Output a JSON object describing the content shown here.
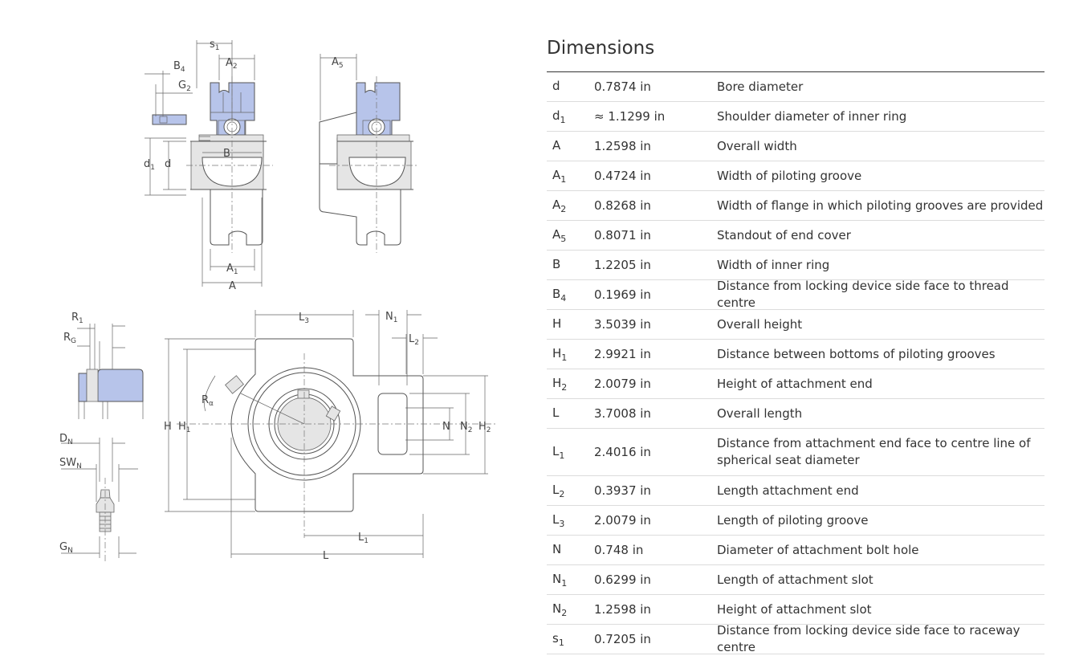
{
  "dimensions": {
    "title": "Dimensions",
    "rows": [
      {
        "sym": "d",
        "sub": "",
        "value": "0.7874 in",
        "desc": "Bore diameter"
      },
      {
        "sym": "d",
        "sub": "1",
        "value": "≈ 1.1299 in",
        "desc": "Shoulder diameter of inner ring"
      },
      {
        "sym": "A",
        "sub": "",
        "value": "1.2598 in",
        "desc": "Overall width"
      },
      {
        "sym": "A",
        "sub": "1",
        "value": "0.4724 in",
        "desc": "Width of piloting groove"
      },
      {
        "sym": "A",
        "sub": "2",
        "value": "0.8268 in",
        "desc": "Width of flange in which piloting grooves are provided"
      },
      {
        "sym": "A",
        "sub": "5",
        "value": "0.8071 in",
        "desc": "Standout of end cover"
      },
      {
        "sym": "B",
        "sub": "",
        "value": "1.2205 in",
        "desc": "Width of inner ring"
      },
      {
        "sym": "B",
        "sub": "4",
        "value": "0.1969 in",
        "desc": "Distance from locking device side face to thread centre"
      },
      {
        "sym": "H",
        "sub": "",
        "value": "3.5039 in",
        "desc": "Overall height"
      },
      {
        "sym": "H",
        "sub": "1",
        "value": "2.9921 in",
        "desc": "Distance between bottoms of piloting grooves"
      },
      {
        "sym": "H",
        "sub": "2",
        "value": "2.0079 in",
        "desc": "Height of attachment end"
      },
      {
        "sym": "L",
        "sub": "",
        "value": "3.7008 in",
        "desc": "Overall length"
      },
      {
        "sym": "L",
        "sub": "1",
        "value": "2.4016 in",
        "desc": "Distance from attachment end face to centre line of spherical seat diameter"
      },
      {
        "sym": "L",
        "sub": "2",
        "value": "0.3937 in",
        "desc": "Length attachment end"
      },
      {
        "sym": "L",
        "sub": "3",
        "value": "2.0079 in",
        "desc": "Length of piloting groove"
      },
      {
        "sym": "N",
        "sub": "",
        "value": "0.748 in",
        "desc": "Diameter of attachment bolt hole"
      },
      {
        "sym": "N",
        "sub": "1",
        "value": "0.6299 in",
        "desc": "Length of attachment slot"
      },
      {
        "sym": "N",
        "sub": "2",
        "value": "1.2598 in",
        "desc": "Height of attachment slot"
      },
      {
        "sym": "s",
        "sub": "1",
        "value": "0.7205 in",
        "desc": "Distance from locking device side face to raceway centre"
      }
    ]
  },
  "drawing": {
    "labels": {
      "s1": [
        "s",
        "1"
      ],
      "A2": [
        "A",
        "2"
      ],
      "B4": [
        "B",
        "4"
      ],
      "G2": [
        "G",
        "2"
      ],
      "A5": [
        "A",
        "5"
      ],
      "d1": [
        "d",
        "1"
      ],
      "d": [
        "d",
        ""
      ],
      "B": [
        "B",
        ""
      ],
      "A1": [
        "A",
        "1"
      ],
      "A": [
        "A",
        ""
      ],
      "R1": [
        "R",
        "1"
      ],
      "RG": [
        "R",
        "G"
      ],
      "L3": [
        "L",
        "3"
      ],
      "N1": [
        "N",
        "1"
      ],
      "L2": [
        "L",
        "2"
      ],
      "Ra": [
        "R",
        "α"
      ],
      "H": [
        "H",
        ""
      ],
      "H1": [
        "H",
        "1"
      ],
      "N": [
        "N",
        ""
      ],
      "N2": [
        "N",
        "2"
      ],
      "H2": [
        "H",
        "2"
      ],
      "DN": [
        "D",
        "N"
      ],
      "SWN": [
        "SW",
        "N"
      ],
      "GN": [
        "G",
        "N"
      ],
      "L1": [
        "L",
        "1"
      ],
      "L": [
        "L",
        ""
      ]
    }
  }
}
